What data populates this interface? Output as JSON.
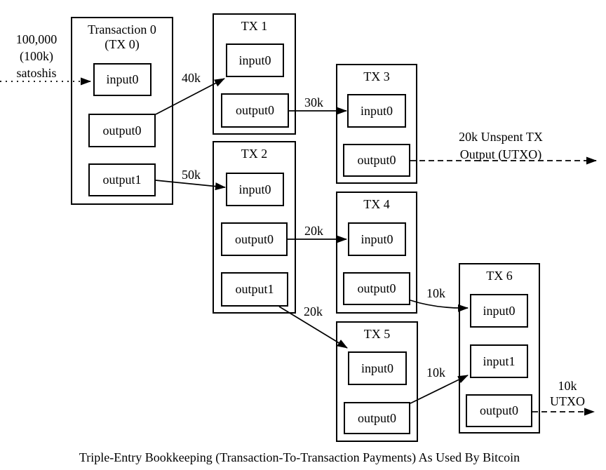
{
  "page": {
    "caption": "Triple-Entry Bookkeeping (Transaction-To-Transaction Payments) As Used By Bitcoin"
  },
  "source": {
    "line1": "100,000",
    "line2": "(100k)",
    "line3": "satoshis"
  },
  "transactions": [
    {
      "title": "Transaction 0",
      "subtitle": "(TX 0)",
      "boxes": [
        "input0",
        "output0",
        "output1"
      ]
    },
    {
      "title": "TX 1",
      "boxes": [
        "input0",
        "output0"
      ]
    },
    {
      "title": "TX 2",
      "boxes": [
        "input0",
        "output0",
        "output1"
      ]
    },
    {
      "title": "TX 3",
      "boxes": [
        "input0",
        "output0"
      ]
    },
    {
      "title": "TX 4",
      "boxes": [
        "input0",
        "output0"
      ]
    },
    {
      "title": "TX 5",
      "boxes": [
        "input0",
        "output0"
      ]
    },
    {
      "title": "TX 6",
      "boxes": [
        "input0",
        "input1",
        "output0"
      ]
    }
  ],
  "flows": {
    "tx0_tx1": "40k",
    "tx0_tx2": "50k",
    "tx1_tx3": "30k",
    "tx2_tx4": "20k",
    "tx2_tx5": "20k",
    "tx4_tx6": "10k",
    "tx5_tx6": "10k",
    "tx3_utxo_line1": "20k Unspent TX",
    "tx3_utxo_line2": "Output (UTXO)",
    "tx6_utxo_line1": "10k",
    "tx6_utxo_line2": "UTXO"
  },
  "colors": {
    "line": "#000000",
    "background": "#ffffff",
    "text": "#000000"
  }
}
